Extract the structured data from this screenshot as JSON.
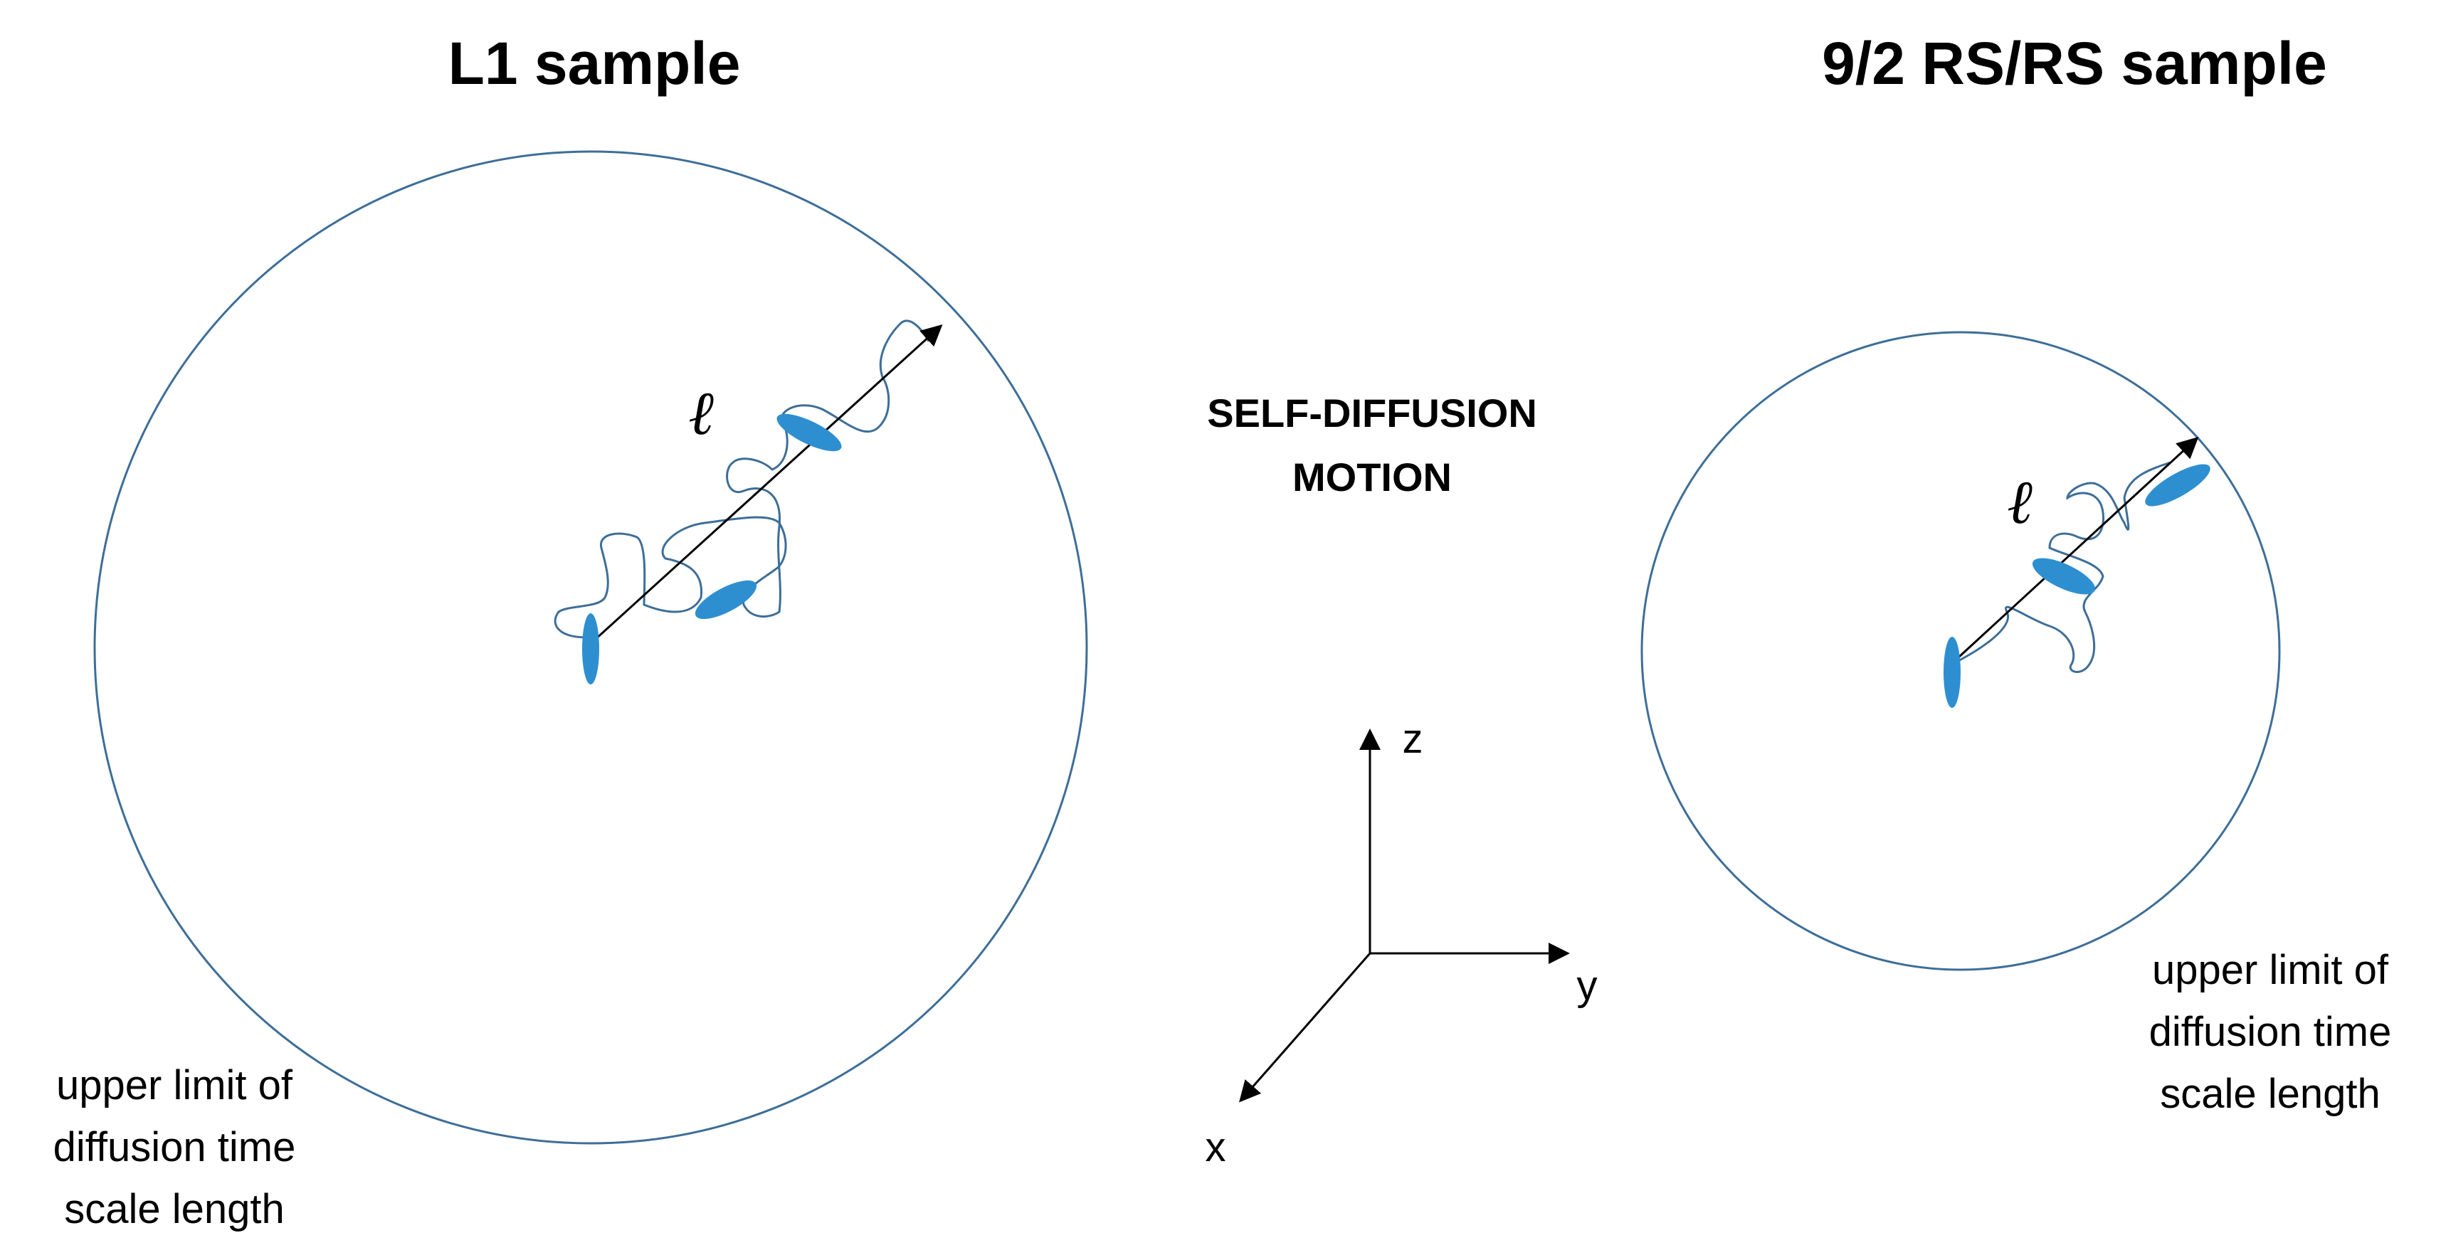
{
  "panels": {
    "left": {
      "title": "L1 sample",
      "length_symbol": "ℓ",
      "caption": [
        "upper limit of",
        "diffusion time",
        "scale length"
      ]
    },
    "right": {
      "title": "9/2 RS/RS sample",
      "length_symbol": "ℓ",
      "caption": [
        "upper limit of",
        "diffusion time",
        "scale length"
      ]
    }
  },
  "center_label": [
    "SELF-DIFFUSION",
    "MOTION"
  ],
  "axes": {
    "z": "z",
    "y": "y",
    "x": "x"
  },
  "colors": {
    "circle": "#3d6e98",
    "path": "#3d6e98",
    "particle": "#2e8fd0",
    "arrow": "#000000"
  }
}
